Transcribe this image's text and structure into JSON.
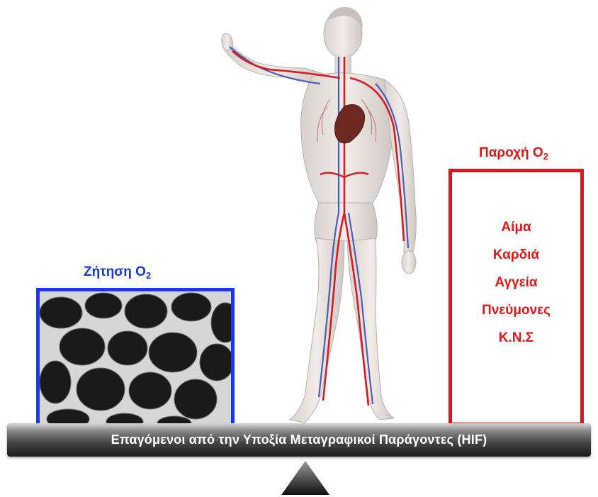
{
  "demand": {
    "title": "Ζήτηση O",
    "title_sub": "2",
    "border_color": "#1d34f0",
    "image_icon": "muscle-micrograph"
  },
  "supply": {
    "title": "Παροχή O",
    "title_sub": "2",
    "border_color": "#d7191f",
    "items": [
      "Αίμα",
      "Καρδιά",
      "Αγγεία",
      "Πνεύμονες",
      "Κ.Ν.Σ"
    ]
  },
  "figure": {
    "icon": "human-circulatory-system-icon"
  },
  "balance": {
    "beam_label": "Επαγόμενοι από την Υποξία Μεταγραφικοί Παράγοντες (HIF)",
    "fulcrum_icon": "triangle-fulcrum-icon"
  },
  "colors": {
    "arteries": "#d81c22",
    "veins": "#3b4fb8",
    "heart": "#6e2a22"
  }
}
